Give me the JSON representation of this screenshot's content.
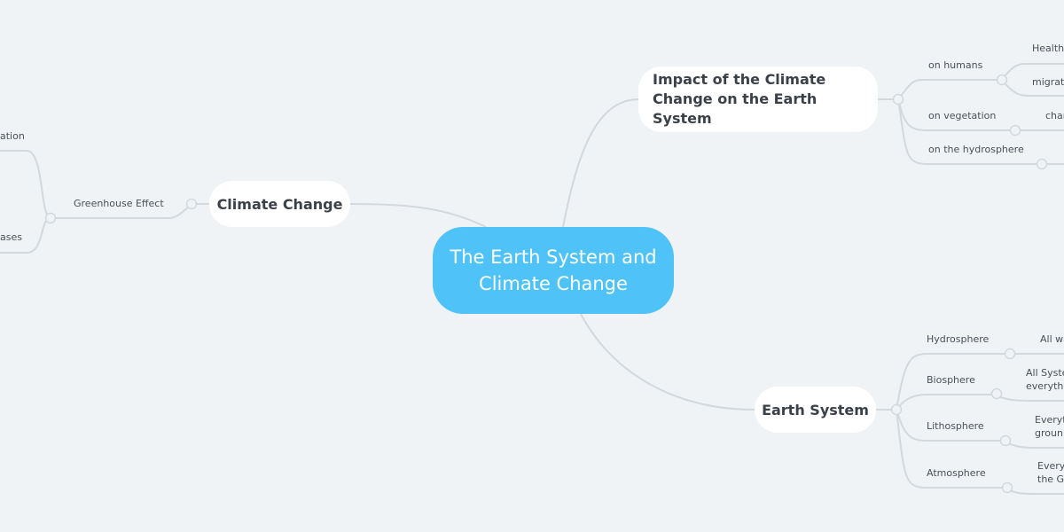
{
  "central": "The Earth System and Climate Change",
  "climate_change": {
    "title": "Climate Change",
    "greenhouse": "Greenhouse Effect",
    "children": [
      "ation",
      "ases"
    ]
  },
  "impact": {
    "title": "Impact of the Climate Change on the Earth System",
    "branches": {
      "humans": "on humans",
      "humans_children": [
        "Health",
        "migrati"
      ],
      "vegetation": "on vegetation",
      "vegetation_child": "char",
      "hydrosphere": "on the hydrosphere"
    }
  },
  "earth_system": {
    "title": "Earth System",
    "branches": [
      {
        "label": "Hydrosphere",
        "child": "All wa"
      },
      {
        "label": "Biosphere",
        "child": "All Syste\neverythi"
      },
      {
        "label": "Lithosphere",
        "child": "Everyt\ngroun"
      },
      {
        "label": "Atmosphere",
        "child": "Every\nthe G"
      }
    ]
  },
  "colors": {
    "background": "#eff3f6",
    "central": "#4fc3f7",
    "line": "#d3d8dc"
  }
}
